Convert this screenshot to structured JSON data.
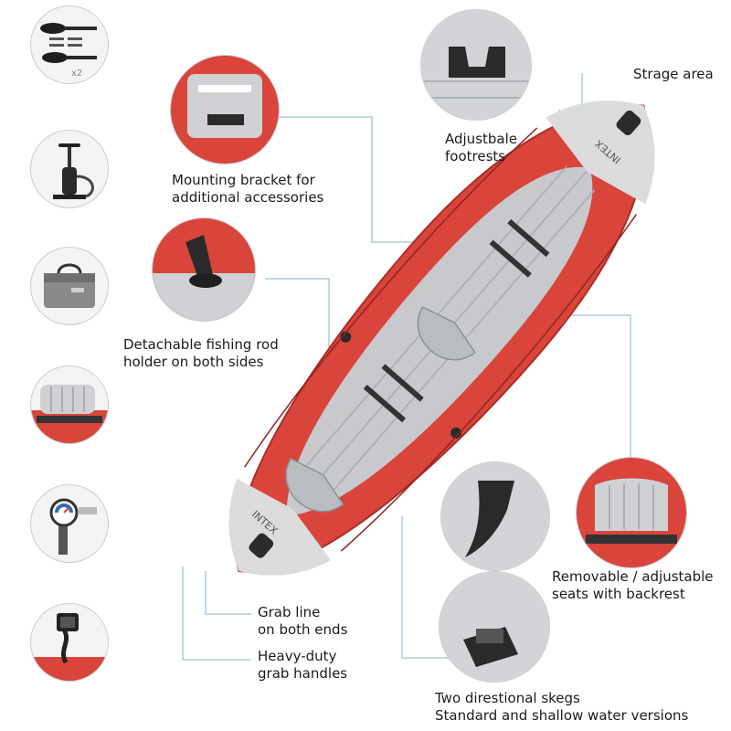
{
  "colors": {
    "hull_red": "#d9443b",
    "hull_dark_red": "#b8302a",
    "deck_grey": "#dcdcdc",
    "tube_grey": "#c7c9cc",
    "leader_line": "#9fc3d6",
    "text": "#1b1b1b"
  },
  "brand_mark": "INTEX",
  "paddle_count_text": "x2",
  "labels": {
    "storage": "Strage area",
    "footrests_line1": "Adjustbale",
    "footrests_line2": "footrests",
    "bracket_line1": "Mounting bracket for",
    "bracket_line2": "additional accessories",
    "rod_line1": "Detachable fishing rod",
    "rod_line2": "holder on both sides",
    "seats_line1": "Removable / adjustable",
    "seats_line2": "seats with backrest",
    "grabline_line1": "Grab line",
    "grabline_line2": "on both ends",
    "handles_line1": "Heavy-duty",
    "handles_line2": "grab handles",
    "skegs_line1": "Two direstional skegs",
    "skegs_line2": "Standard and shallow water versions"
  },
  "accessory_icons": [
    "paddle-icon",
    "hand-pump-icon",
    "carry-bag-icon",
    "seat-icon",
    "pressure-gauge-icon",
    "phone-holder-icon"
  ]
}
